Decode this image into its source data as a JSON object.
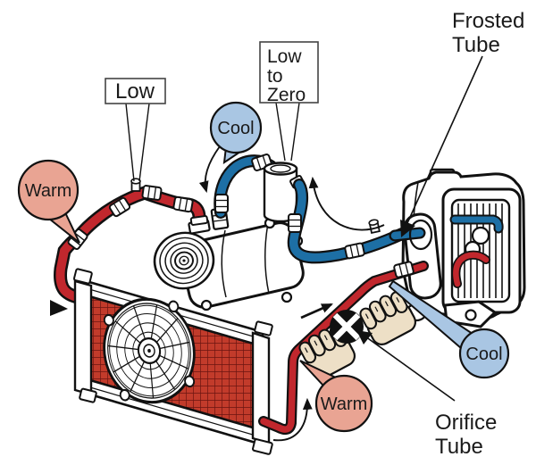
{
  "labels": {
    "low": "Low",
    "low_to_zero": [
      "Low",
      "to",
      "Zero"
    ],
    "frosted_tube": [
      "Frosted",
      "Tube"
    ],
    "orifice_tube": [
      "Orifice",
      "Tube"
    ],
    "warm_hose": "Warm",
    "cool_suction": "Cool",
    "cool_evaporator": "Cool",
    "warm_liquid": "Warm"
  },
  "colors": {
    "high_pressure_line": "#C1272D",
    "low_pressure_line": "#1D6FA5",
    "warm_callout": "#E9A493",
    "cool_callout": "#A9C6E3",
    "condenser_core": "#C23B2B",
    "hand_skin": "#EDDFC6",
    "outline": "#111111"
  },
  "icons": {
    "orifice_marker": "crossed-circle",
    "flow_direction": "curved-arrow"
  }
}
